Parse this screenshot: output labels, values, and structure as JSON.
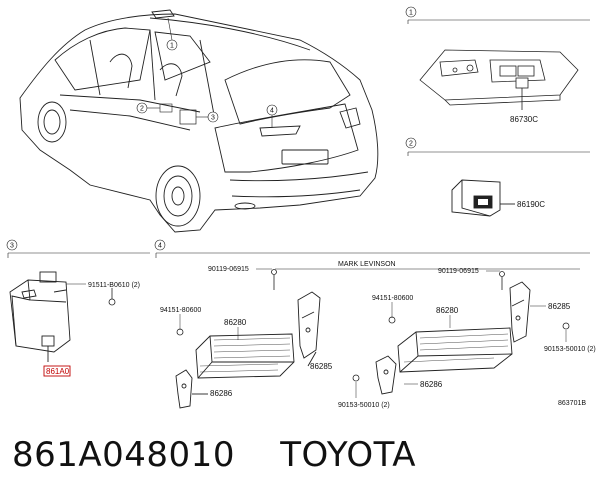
{
  "diagram": {
    "callouts": {
      "c1": "1",
      "c2": "2",
      "c3": "3",
      "c4": "4"
    },
    "section1": {
      "part": "86730C"
    },
    "section2": {
      "part": "86190C"
    },
    "section3": {
      "bolt": "91511-B0610 (2)",
      "part_highlight": "861A0"
    },
    "section4": {
      "header": "MARK LEVINSON",
      "left": {
        "bolt_top": "90119-06915",
        "nut": "94151-80600",
        "amp": "86280",
        "bracket_right": "86285",
        "bracket_left": "86286"
      },
      "right": {
        "bolt_top": "90119-06915",
        "nut": "94151-80600",
        "amp": "86280",
        "bracket_right": "86285",
        "bracket_left": "86286",
        "bolt_side": "90153-50010 (2)",
        "bolt_bottom": "90153-50010 (2)"
      },
      "ref": "863701B"
    }
  },
  "caption": {
    "part_number": "861A048010",
    "brand": "TOYOTA"
  }
}
